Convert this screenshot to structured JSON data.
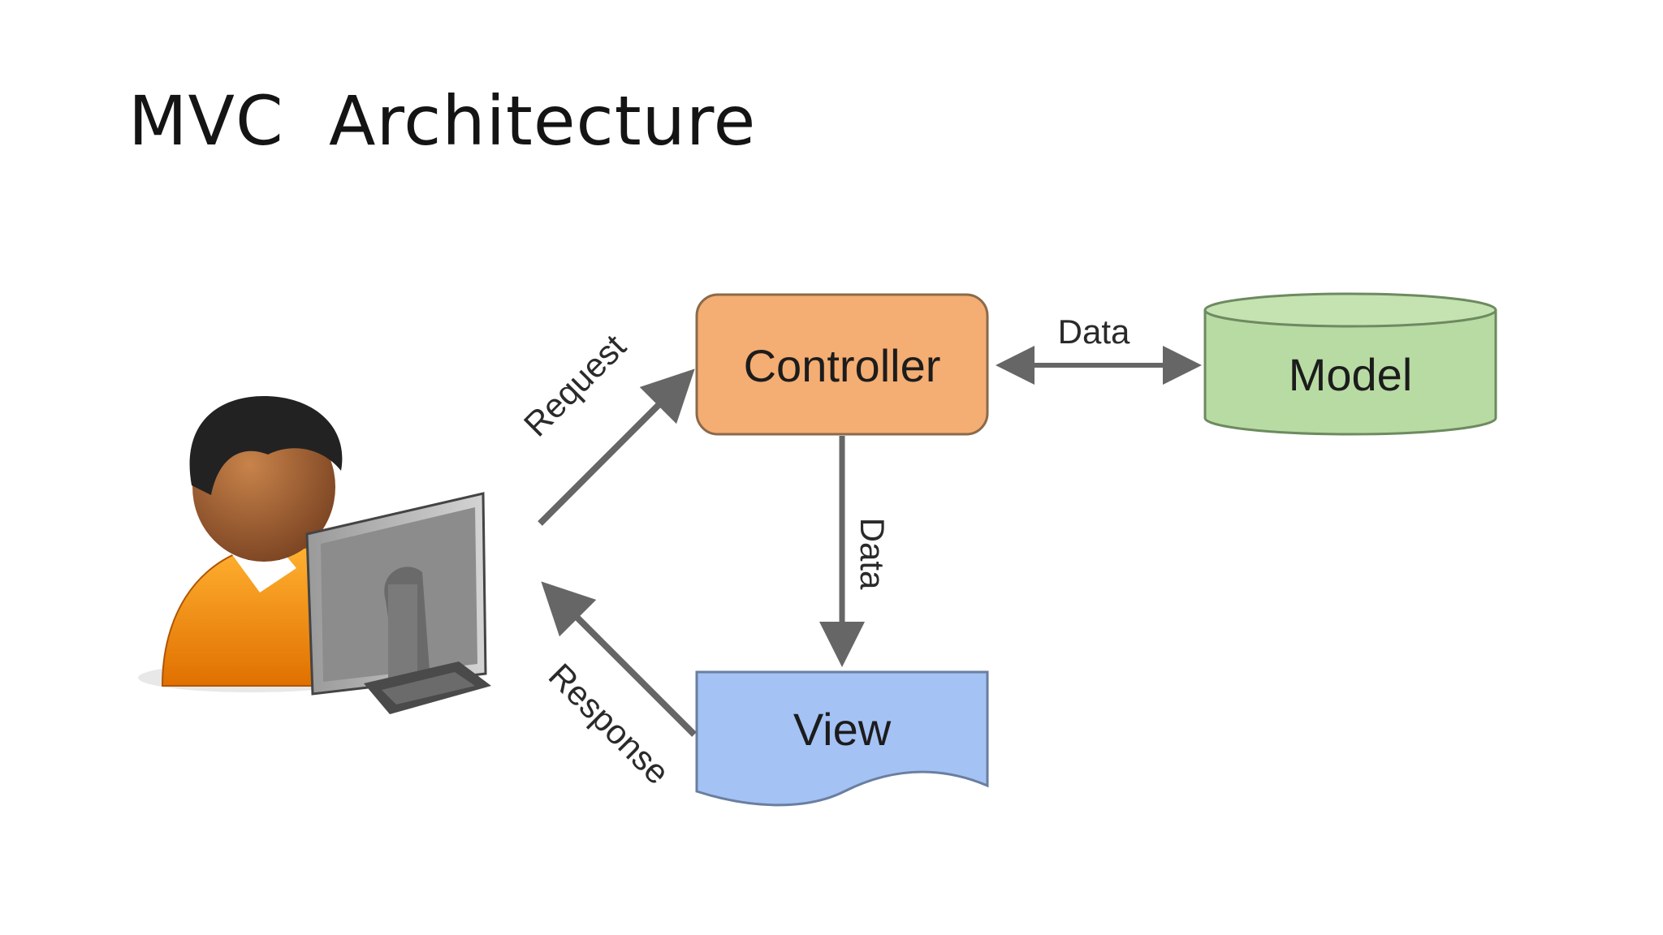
{
  "slide": {
    "title": "MVC  Architecture"
  },
  "diagram": {
    "nodes": {
      "controller": "Controller",
      "model": "Model",
      "view": "View"
    },
    "edges": {
      "request": "Request",
      "response": "Response",
      "controller_model": "Data",
      "controller_view": "Data"
    },
    "user_icon": "user-at-computer-icon",
    "colors": {
      "controller_fill": "#f4ad72",
      "controller_stroke": "#8a6a4a",
      "model_fill": "#b8dba3",
      "model_stroke": "#6d8a60",
      "view_fill": "#a4c2f4",
      "view_stroke": "#6a7ea0",
      "arrow": "#666666"
    }
  }
}
